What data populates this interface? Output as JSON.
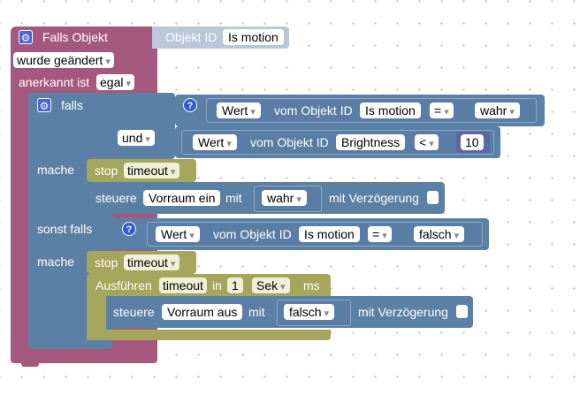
{
  "trigger": {
    "title": "Falls Objekt",
    "object_label": "Objekt ID",
    "object_value": "Is motion",
    "changed_dropdown": "wurde geändert",
    "ack_label": "anerkannt ist",
    "ack_value": "egal"
  },
  "if_block": {
    "falls_label": "falls",
    "cond1": {
      "wert": "Wert",
      "vom_label": "vom Objekt ID",
      "object": "Is motion",
      "op": "=",
      "value": "wahr"
    },
    "and_label": "und",
    "cond2": {
      "wert": "Wert",
      "vom_label": "vom Objekt ID",
      "object": "Brightness",
      "op": "<",
      "value": "10"
    },
    "mache1_label": "mache",
    "stop1": {
      "label": "stop",
      "timer": "timeout"
    },
    "control1": {
      "label": "steuere",
      "device": "Vorraum ein",
      "mit": "mit",
      "value": "wahr",
      "delay_label": "mit Verzögerung"
    },
    "else_if_label": "sonst falls",
    "cond3": {
      "wert": "Wert",
      "vom_label": "vom Objekt ID",
      "object": "Is motion",
      "op": "=",
      "value": "falsch"
    },
    "mache2_label": "mache",
    "stop2": {
      "label": "stop",
      "timer": "timeout"
    },
    "timeout_block": {
      "label": "Ausführen",
      "timer": "timeout",
      "in": "in",
      "amount": "1",
      "unit": "Sek",
      "ms": "ms"
    },
    "control2": {
      "label": "steuere",
      "device": "Vorraum aus",
      "mit": "mit",
      "value": "falsch",
      "delay_label": "mit Verzögerung"
    }
  },
  "colors": {
    "trigger": "#a5587e",
    "logic": "#5b80a5",
    "compare": "#5a7da6",
    "timer": "#a5a55b",
    "number": "#5b67a5"
  }
}
